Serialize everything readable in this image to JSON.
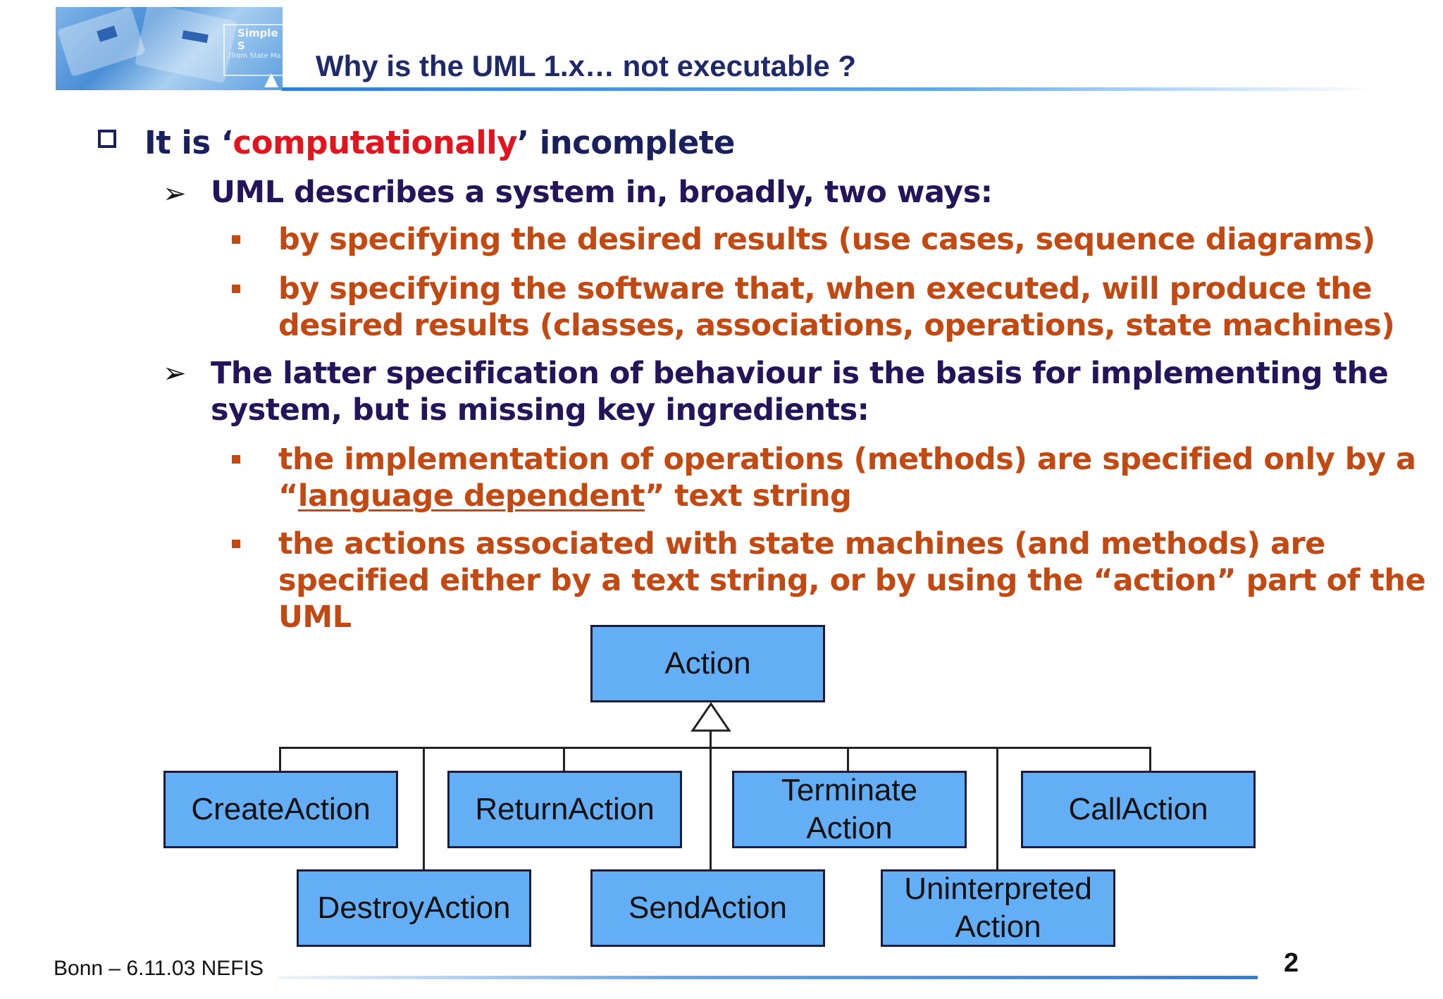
{
  "header": {
    "logo_text_main": "Simple S",
    "logo_text_sub": "(from State Ma",
    "title": "Why is the UML 1.x… not executable ?"
  },
  "content": {
    "main_bullet": {
      "prefix": "It is ‘",
      "highlight": "computationally",
      "suffix": "’ incomplete"
    },
    "sub1": {
      "text": "UML describes a system in, broadly, two ways:",
      "items": [
        [
          "by specifying the desired results (use cases, sequence diagrams)"
        ],
        [
          "by specifying the software that, when executed, will produce the",
          "desired results (classes, associations, operations, state machines)"
        ]
      ]
    },
    "sub2": {
      "lines": [
        "The latter specification of behaviour is the basis for implementing the",
        "system, but is missing key ingredients:"
      ],
      "item1": {
        "line1": "the implementation of operations (methods) are specified only by a",
        "line2_open": "“",
        "line2_underlined": "language dependent",
        "line2_rest": "” text string"
      },
      "item2": {
        "lines": [
          "the actions associated with state machines (and methods) are",
          "specified either by a text string, or by using the “action” part of the",
          "UML"
        ]
      }
    }
  },
  "diagram": {
    "root": "Action",
    "row1": [
      "CreateAction",
      "ReturnAction",
      "Terminate Action",
      "CallAction"
    ],
    "row2": [
      "DestroyAction",
      "SendAction",
      "Uninterpreted Action"
    ],
    "terminate_lines": [
      "Terminate",
      "Action"
    ],
    "uninterpreted_lines": [
      "Uninterpreted",
      "Action"
    ],
    "box_color": "#63aef5"
  },
  "footer": {
    "text": "Bonn – 6.11.03 NEFIS",
    "page_number": "2"
  }
}
